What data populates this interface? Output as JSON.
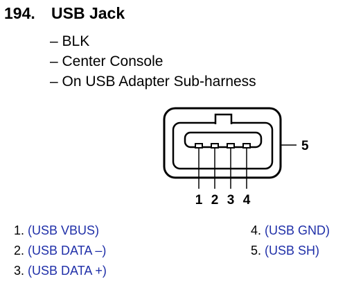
{
  "component": {
    "number": "194.",
    "name": "USB Jack"
  },
  "details": [
    "– BLK",
    "– Center Console",
    "– On USB Adapter Sub-harness"
  ],
  "diagram_labels": {
    "pin1": "1",
    "pin2": "2",
    "pin3": "3",
    "pin4": "4",
    "pin5": "5"
  },
  "pins": [
    {
      "num": "1.",
      "signal": "(USB VBUS)"
    },
    {
      "num": "2.",
      "signal": "(USB DATA –)"
    },
    {
      "num": "3.",
      "signal": "(USB DATA +)"
    },
    {
      "num": "4.",
      "signal": "(USB GND)"
    },
    {
      "num": "5.",
      "signal": "(USB SH)"
    }
  ],
  "colors": {
    "signal_text": "#1f2fa8",
    "line": "#000000"
  }
}
